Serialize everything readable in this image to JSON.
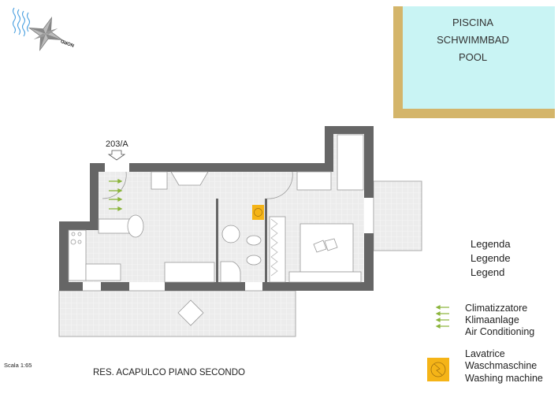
{
  "compass": {
    "label": "NORD"
  },
  "pool": {
    "lines": [
      "PISCINA",
      "SCHWIMMBAD",
      "POOL"
    ],
    "color": "#c9f4f4",
    "border_color": "#d4b56a"
  },
  "plan": {
    "unit_label": "203/A",
    "wall_color": "#666666",
    "floor_color": "#ededed",
    "ac_color": "#8ab43a",
    "washer_color": "#f5b417"
  },
  "legend": {
    "title_lines": [
      "Legenda",
      "Legende",
      "Legend"
    ],
    "air_conditioning": [
      "Climatizzatore",
      "Klimaanlage",
      "Air Conditioning"
    ],
    "washing_machine": [
      "Lavatrice",
      "Waschmaschine",
      "Washing machine"
    ]
  },
  "footer": {
    "scale": "Scala 1:65",
    "title": "RES. ACAPULCO PIANO SECONDO"
  }
}
